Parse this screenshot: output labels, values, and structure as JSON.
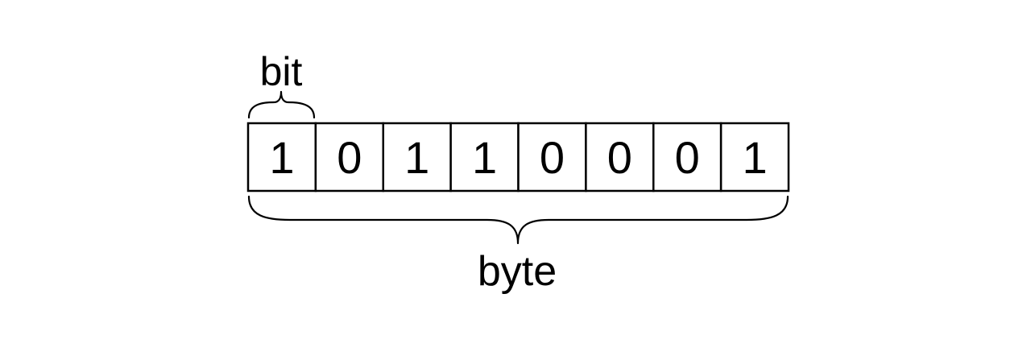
{
  "labels": {
    "bit": "bit",
    "byte": "byte"
  },
  "bits": [
    "1",
    "0",
    "1",
    "1",
    "0",
    "0",
    "0",
    "1"
  ],
  "colors": {
    "stroke": "#000000",
    "background": "#ffffff"
  }
}
